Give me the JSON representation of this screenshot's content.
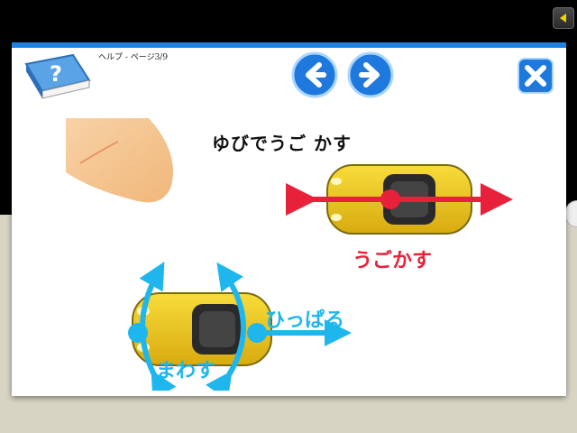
{
  "header": {
    "page_label": "ヘルプ - ページ3/9"
  },
  "content": {
    "title": "ゆびでうご かす",
    "label_move": "うごかす",
    "label_pull": "ひっぱる",
    "label_rotate": "まわす"
  },
  "icons": {
    "help": "help-book-icon",
    "prev": "arrow-left-icon",
    "next": "arrow-right-icon",
    "close": "close-icon"
  },
  "colors": {
    "accent_blue": "#1e82e0",
    "cyan": "#1fb6ee",
    "red": "#e8213a",
    "car_yellow": "#f2cf1f"
  }
}
